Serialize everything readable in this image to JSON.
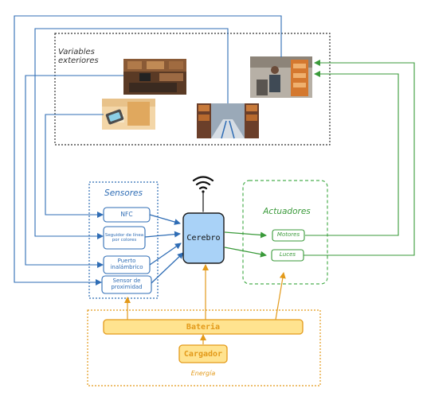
{
  "variables": {
    "title": "Variables exteriores"
  },
  "sensors": {
    "title": "Sensores",
    "items": [
      {
        "label": "NFC"
      },
      {
        "label": "Seguidor de línea por colores"
      },
      {
        "label": "Puerto inalámbrico"
      },
      {
        "label": "Sensor de proximidad"
      }
    ]
  },
  "brain": {
    "label": "Cerebro"
  },
  "actuators": {
    "title": "Actuadores",
    "items": [
      {
        "label": "Motores"
      },
      {
        "label": "Luces"
      }
    ]
  },
  "energy": {
    "title": "Energía",
    "battery": "Bateria",
    "charger": "Cargador"
  },
  "icons": {
    "wifi": "wifi-icon",
    "photos": [
      "warehouse-office-photo",
      "nfc-reader-photo",
      "warehouse-aisle-photo",
      "warehouse-worker-photo"
    ]
  },
  "colors": {
    "blue": "#2f6db5",
    "green": "#3a9a3a",
    "orange": "#e39a1a",
    "brain_fill": "#a9d2f7",
    "battery_fill": "#ffe38f"
  }
}
